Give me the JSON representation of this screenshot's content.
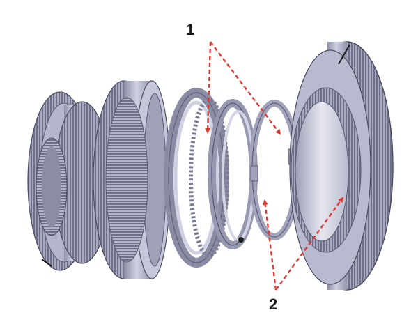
{
  "callouts": {
    "one": "1",
    "two": "2"
  },
  "colors": {
    "metal_light": "#c9cbdd",
    "metal_mid": "#a3a5bd",
    "metal_dark": "#6c6e86",
    "metal_shadow": "#4a4b5e",
    "arrow": "#e03a30"
  },
  "parts": [
    "hub-gear",
    "sleeve",
    "synchro-ring-outer",
    "synchro-cone-inner",
    "synchro-ring-small",
    "driven-gear"
  ]
}
